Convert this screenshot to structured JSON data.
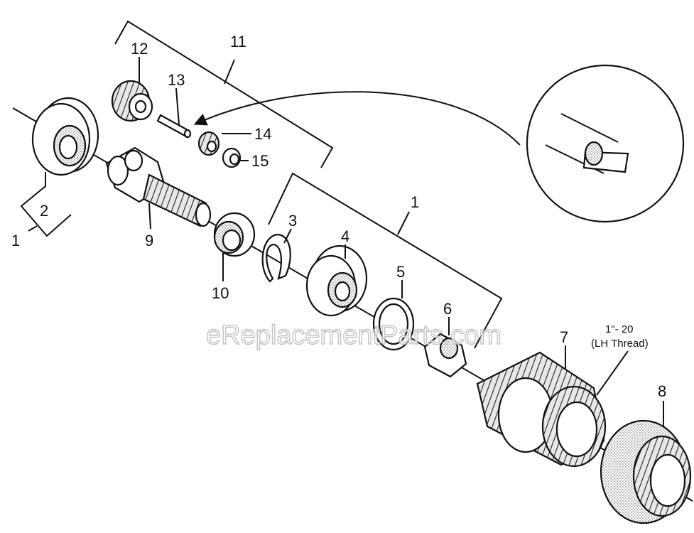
{
  "watermark": "eReplacementParts.com",
  "thread_note": {
    "line1": "1\"- 20",
    "line2": "(LH Thread)"
  },
  "callouts": {
    "c1_left": "1",
    "c2": "2",
    "c9": "9",
    "c10": "10",
    "c11": "11",
    "c12": "12",
    "c13": "13",
    "c14": "14",
    "c15": "15",
    "c1_right": "1",
    "c3": "3",
    "c4": "4",
    "c5": "5",
    "c6": "6",
    "c7": "7",
    "c8": "8"
  },
  "colors": {
    "ink": "#111111",
    "shade": "#d8d8d8",
    "paper": "#ffffff"
  }
}
